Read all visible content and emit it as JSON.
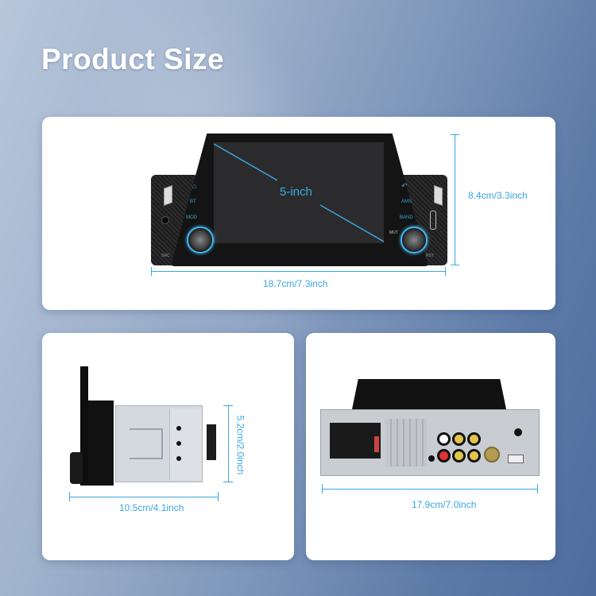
{
  "page": {
    "title": "Product Size"
  },
  "colors": {
    "accent": "#3aa6e0",
    "background_start": "#b7c6db",
    "background_end": "#4e6d9d"
  },
  "front_view": {
    "screen_label": "5-inch",
    "left_buttons": [
      "home-icon",
      "BT",
      "MOD"
    ],
    "right_buttons": [
      "back-icon",
      "AMS",
      "BAND"
    ],
    "left_knob_labels": [
      "SRC"
    ],
    "right_knob_labels": [
      "MUT",
      "RST"
    ],
    "width_label": "18.7cm/7.3inch",
    "height_label": "8.4cm/3.3inch"
  },
  "side_view": {
    "width_label": "10.5cm/4.1inch",
    "height_label": "5.2cm/2.0inch"
  },
  "rear_view": {
    "width_label": "17.9cm/7.0inch"
  }
}
